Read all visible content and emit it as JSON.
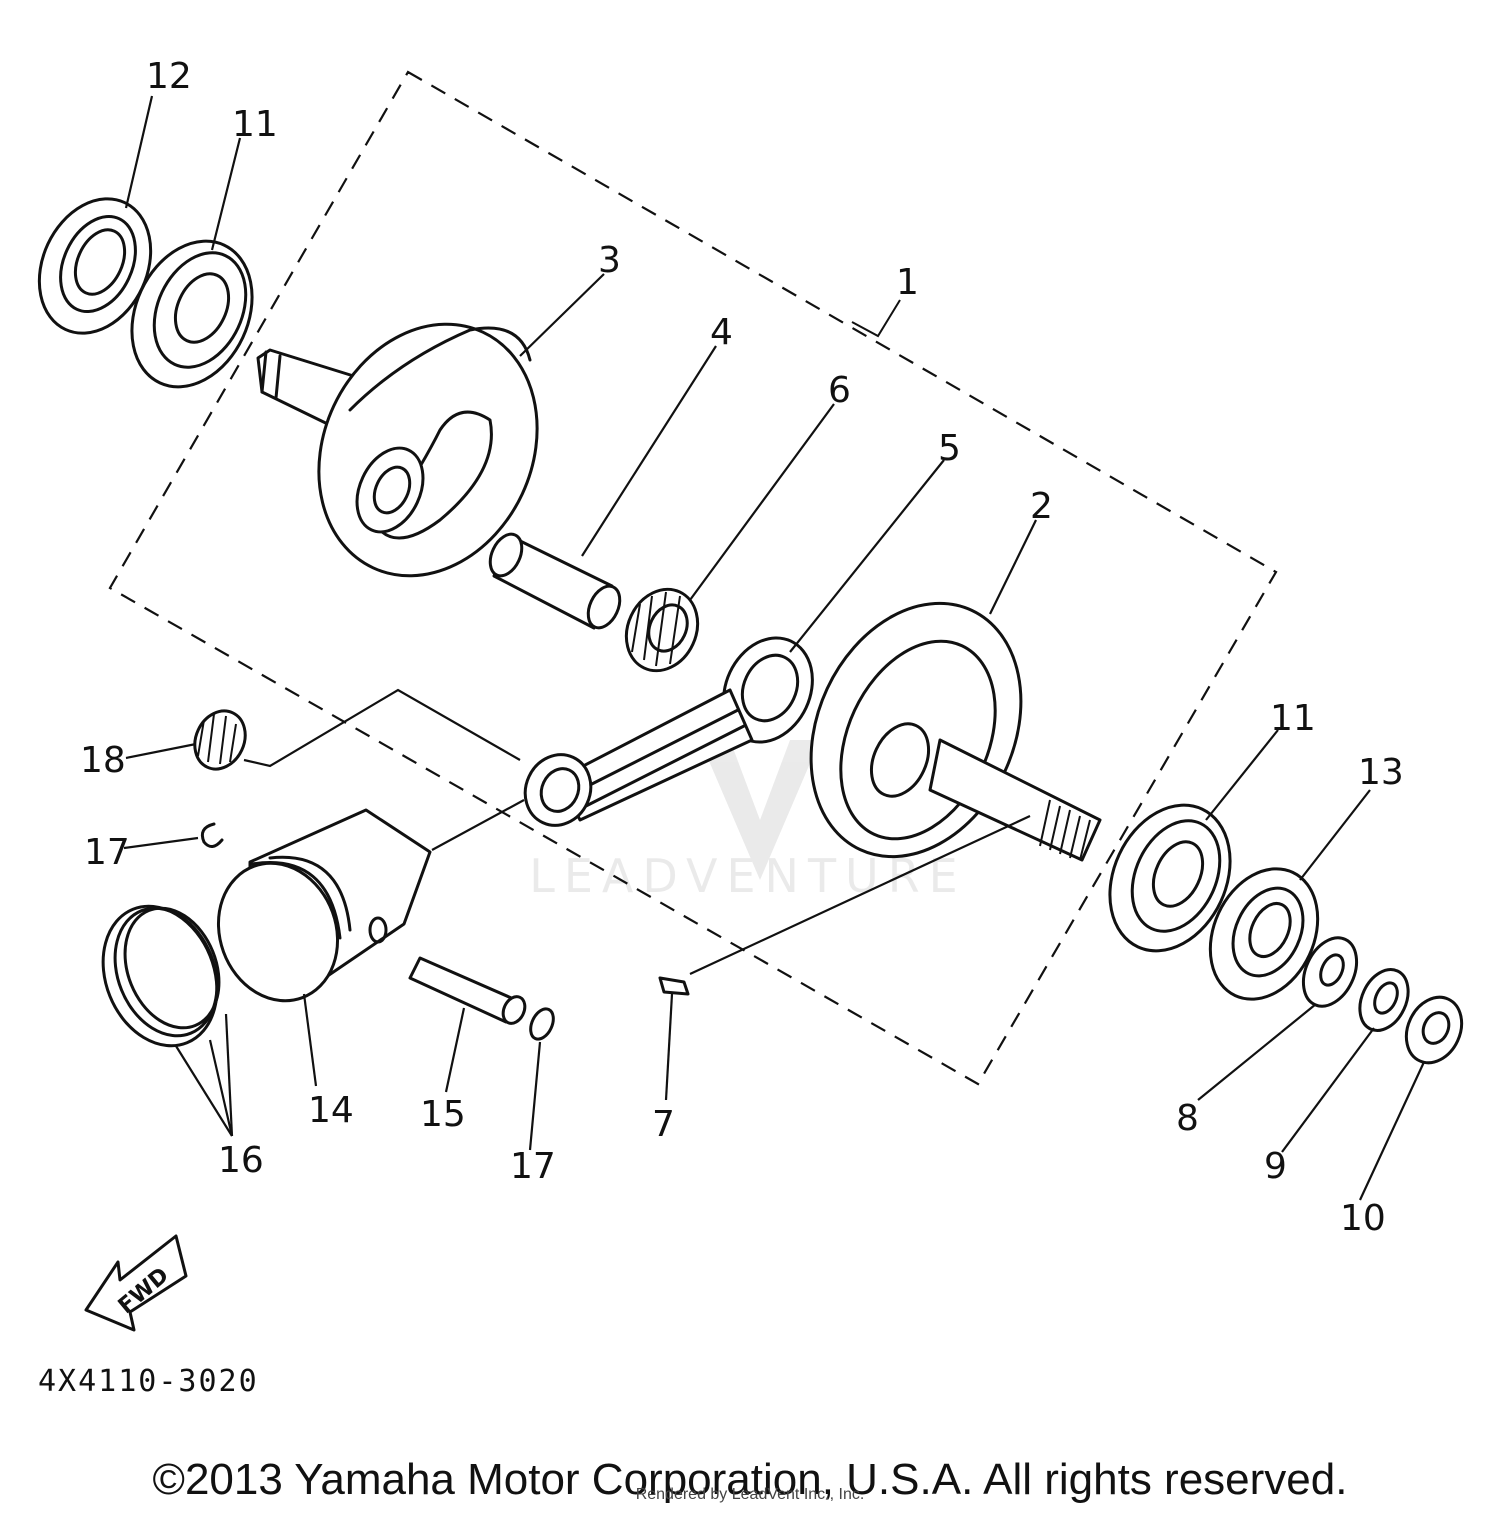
{
  "diagram": {
    "title": "",
    "part_code": "4X4110-3020",
    "forward_arrow_label": "FWD",
    "copyright": "©2013 Yamaha Motor Corporation, U.S.A. All rights reserved.",
    "render_credit": "Rendered by LeadVent Inc., Inc.",
    "watermark_text": "LEADVENTURE",
    "callouts": [
      {
        "id": "c1",
        "label": "1",
        "part": "crankshaft assembly"
      },
      {
        "id": "c2",
        "label": "2",
        "part": "crank 2"
      },
      {
        "id": "c3",
        "label": "3",
        "part": "crank 1"
      },
      {
        "id": "c4",
        "label": "4",
        "part": "crank pin"
      },
      {
        "id": "c5",
        "label": "5",
        "part": "connecting rod"
      },
      {
        "id": "c6",
        "label": "6",
        "part": "needle bearing"
      },
      {
        "id": "c7",
        "label": "7",
        "part": "key"
      },
      {
        "id": "c8",
        "label": "8",
        "part": "washer"
      },
      {
        "id": "c9",
        "label": "9",
        "part": "lock washer"
      },
      {
        "id": "c10",
        "label": "10",
        "part": "nut"
      },
      {
        "id": "c11a",
        "label": "11",
        "part": "bearing (left)"
      },
      {
        "id": "c11b",
        "label": "11",
        "part": "bearing (right)"
      },
      {
        "id": "c12",
        "label": "12",
        "part": "oil seal (right)"
      },
      {
        "id": "c13",
        "label": "13",
        "part": "oil seal (left)"
      },
      {
        "id": "c14",
        "label": "14",
        "part": "piston"
      },
      {
        "id": "c15",
        "label": "15",
        "part": "piston pin"
      },
      {
        "id": "c16",
        "label": "16",
        "part": "piston ring set"
      },
      {
        "id": "c17a",
        "label": "17",
        "part": "circlip (left)"
      },
      {
        "id": "c17b",
        "label": "17",
        "part": "circlip (right)"
      },
      {
        "id": "c18",
        "label": "18",
        "part": "small-end bearing"
      }
    ]
  }
}
